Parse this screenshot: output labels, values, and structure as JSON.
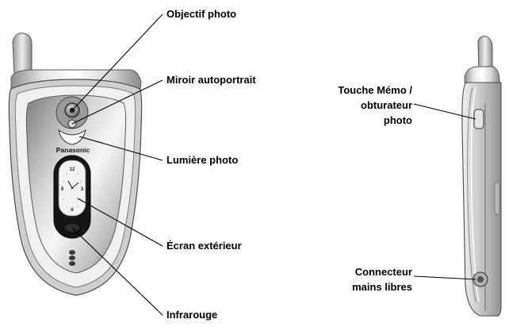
{
  "brand_logo": "Panasonic",
  "clock_numerals": {
    "top": "12",
    "left": "9",
    "right": "3",
    "bottom": "6"
  },
  "front_labels": {
    "camera_lens": "Objectif photo",
    "selfie_mirror": "Miroir autoportrait",
    "camera_light": "Lumière photo",
    "external_screen": "Écran extérieur",
    "infrared": "Infrarouge"
  },
  "side_labels": {
    "memo_key_l1": "Touche Mémo /",
    "memo_key_l2": "obturateur",
    "memo_key_l3": "photo",
    "handsfree_l1": "Connecteur",
    "handsfree_l2": "mains libres"
  }
}
